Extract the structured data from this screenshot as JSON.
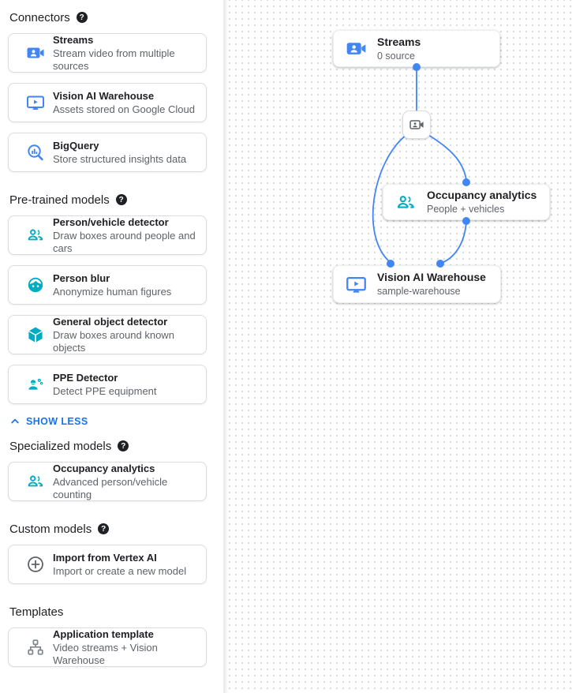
{
  "colors": {
    "accent_blue": "#4285f4",
    "link_blue": "#1a73e8",
    "model_teal": "#00acc1",
    "icon_gray": "#5f6368",
    "card_border": "#dadce0",
    "text_primary": "#202124",
    "text_secondary": "#5f6368"
  },
  "sidebar": {
    "sections": [
      {
        "heading": "Connectors",
        "cards": [
          {
            "icon": "video-camera-front-icon",
            "title": "Streams",
            "desc": "Stream video from multiple sources"
          },
          {
            "icon": "smart-display-icon",
            "title": "Vision AI Warehouse",
            "desc": "Assets stored on Google Cloud"
          },
          {
            "icon": "bigquery-icon",
            "title": "BigQuery",
            "desc": "Store structured insights data"
          }
        ]
      },
      {
        "heading": "Pre-trained models",
        "cards": [
          {
            "icon": "people-icon",
            "title": "Person/vehicle detector",
            "desc": "Draw boxes around people and cars"
          },
          {
            "icon": "face-icon",
            "title": "Person blur",
            "desc": "Anonymize human figures"
          },
          {
            "icon": "cube-icon",
            "title": "General object detector",
            "desc": "Draw boxes around known objects"
          },
          {
            "icon": "ppe-icon",
            "title": "PPE Detector",
            "desc": "Detect PPE equipment"
          }
        ]
      },
      {
        "heading": "Specialized models",
        "cards": [
          {
            "icon": "people-icon",
            "title": "Occupancy analytics",
            "desc": "Advanced person/vehicle counting"
          }
        ]
      },
      {
        "heading": "Custom models",
        "cards": [
          {
            "icon": "add-circle-icon",
            "title": "Import from Vertex AI",
            "desc": "Import or create a new model"
          }
        ]
      },
      {
        "heading": "Templates",
        "cards": [
          {
            "icon": "app-template-icon",
            "title": "Application template",
            "desc": "Video streams + Vision Warehouse"
          }
        ]
      }
    ],
    "show_less_label": "SHOW LESS"
  },
  "canvas": {
    "nodes": {
      "streams": {
        "title": "Streams",
        "subtitle": "0 source"
      },
      "occupancy": {
        "title": "Occupancy analytics",
        "subtitle": "People + vehicles"
      },
      "warehouse": {
        "title": "Vision AI Warehouse",
        "subtitle": "sample-warehouse"
      }
    }
  }
}
